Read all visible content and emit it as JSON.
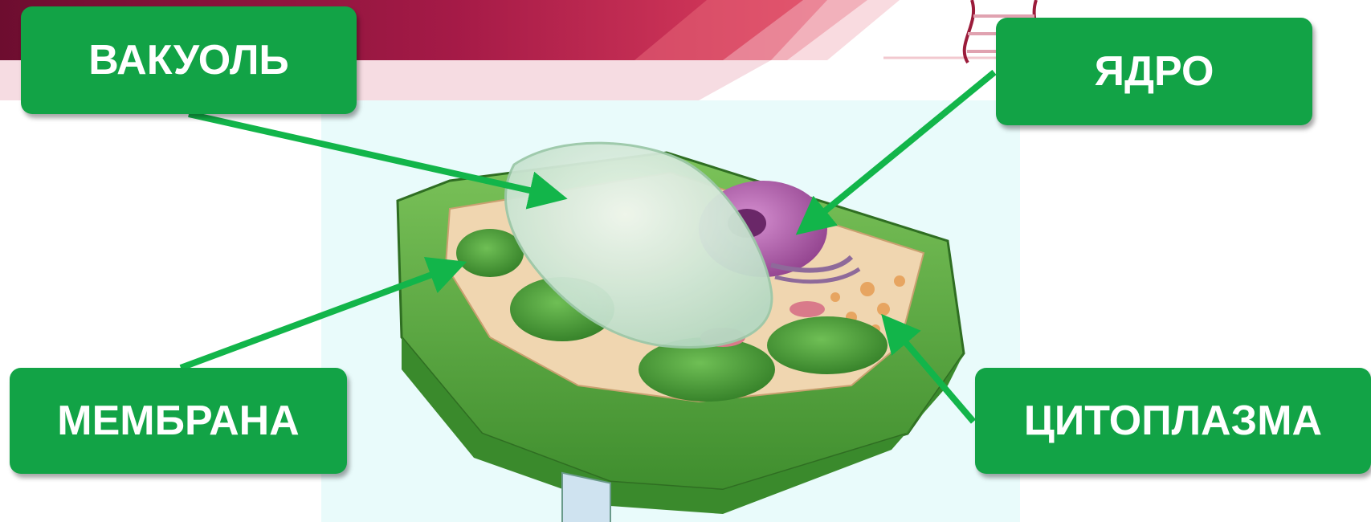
{
  "labels": {
    "vacuole": "ВАКУОЛЬ",
    "nucleus": "ЯДРО",
    "membrane": "МЕМБРАНА",
    "cytoplasm": "ЦИТОПЛАЗМА"
  },
  "colors": {
    "label_fill": "#12a346",
    "arrow": "#12b54a",
    "banner_dark": "#7a0f34",
    "banner_mid": "#c2264f",
    "banner_light": "#f1c7d0",
    "panel_bg": "#e9fbfb",
    "cell_wall": "#4fa33a",
    "vacuole": "#cfe6d6",
    "nucleus": "#b25aa8"
  }
}
